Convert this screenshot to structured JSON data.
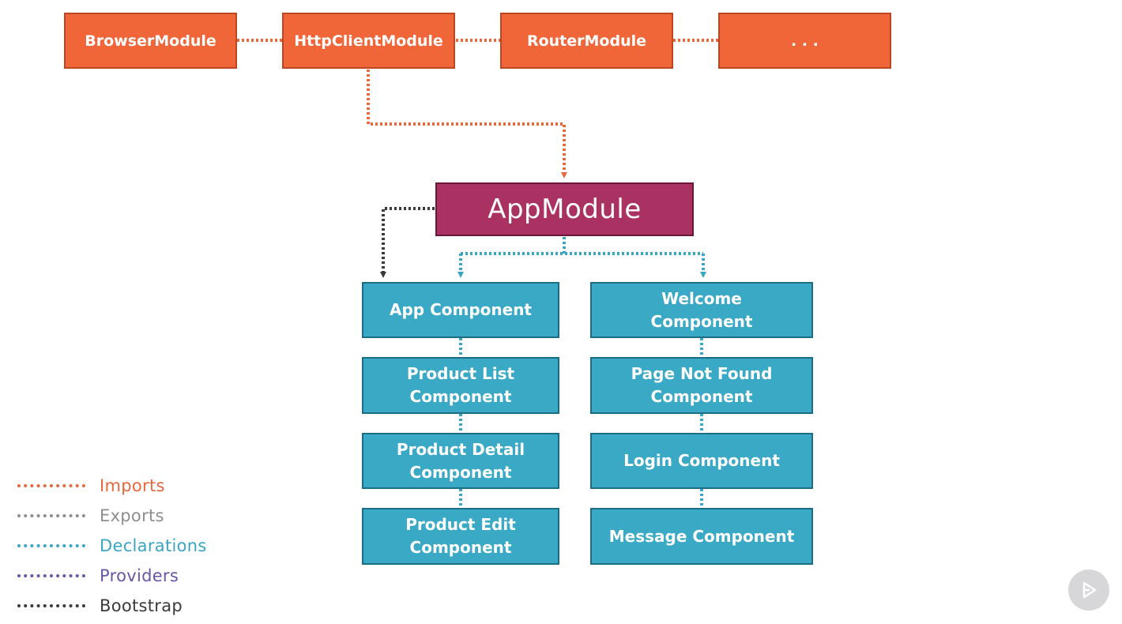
{
  "imports_row": [
    {
      "label": "BrowserModule"
    },
    {
      "label": "HttpClientModule"
    },
    {
      "label": "RouterModule"
    },
    {
      "label": ". . ."
    }
  ],
  "app_module": {
    "label": "AppModule"
  },
  "components_left": [
    {
      "line1": "App Component",
      "line2": ""
    },
    {
      "line1": "Product List",
      "line2": "Component"
    },
    {
      "line1": "Product Detail",
      "line2": "Component"
    },
    {
      "line1": "Product Edit",
      "line2": "Component"
    }
  ],
  "components_right": [
    {
      "line1": "Welcome",
      "line2": "Component"
    },
    {
      "line1": "Page Not Found",
      "line2": "Component"
    },
    {
      "line1": "Login Component",
      "line2": ""
    },
    {
      "line1": "Message Component",
      "line2": ""
    }
  ],
  "legend": [
    {
      "label": "Imports",
      "color": "#e8673d"
    },
    {
      "label": "Exports",
      "color": "#8e8e8e"
    },
    {
      "label": "Declarations",
      "color": "#38a6c2"
    },
    {
      "label": "Providers",
      "color": "#6b55a6"
    },
    {
      "label": "Bootstrap",
      "color": "#3a3a3a"
    }
  ],
  "colors": {
    "imports": "#e8673d",
    "declarations": "#38a6c2",
    "bootstrap": "#3a3a3a",
    "import_box": "#f06639",
    "app_module": "#a93262",
    "component_box": "#3aa9c6"
  },
  "icons": {
    "player": "play-icon"
  }
}
